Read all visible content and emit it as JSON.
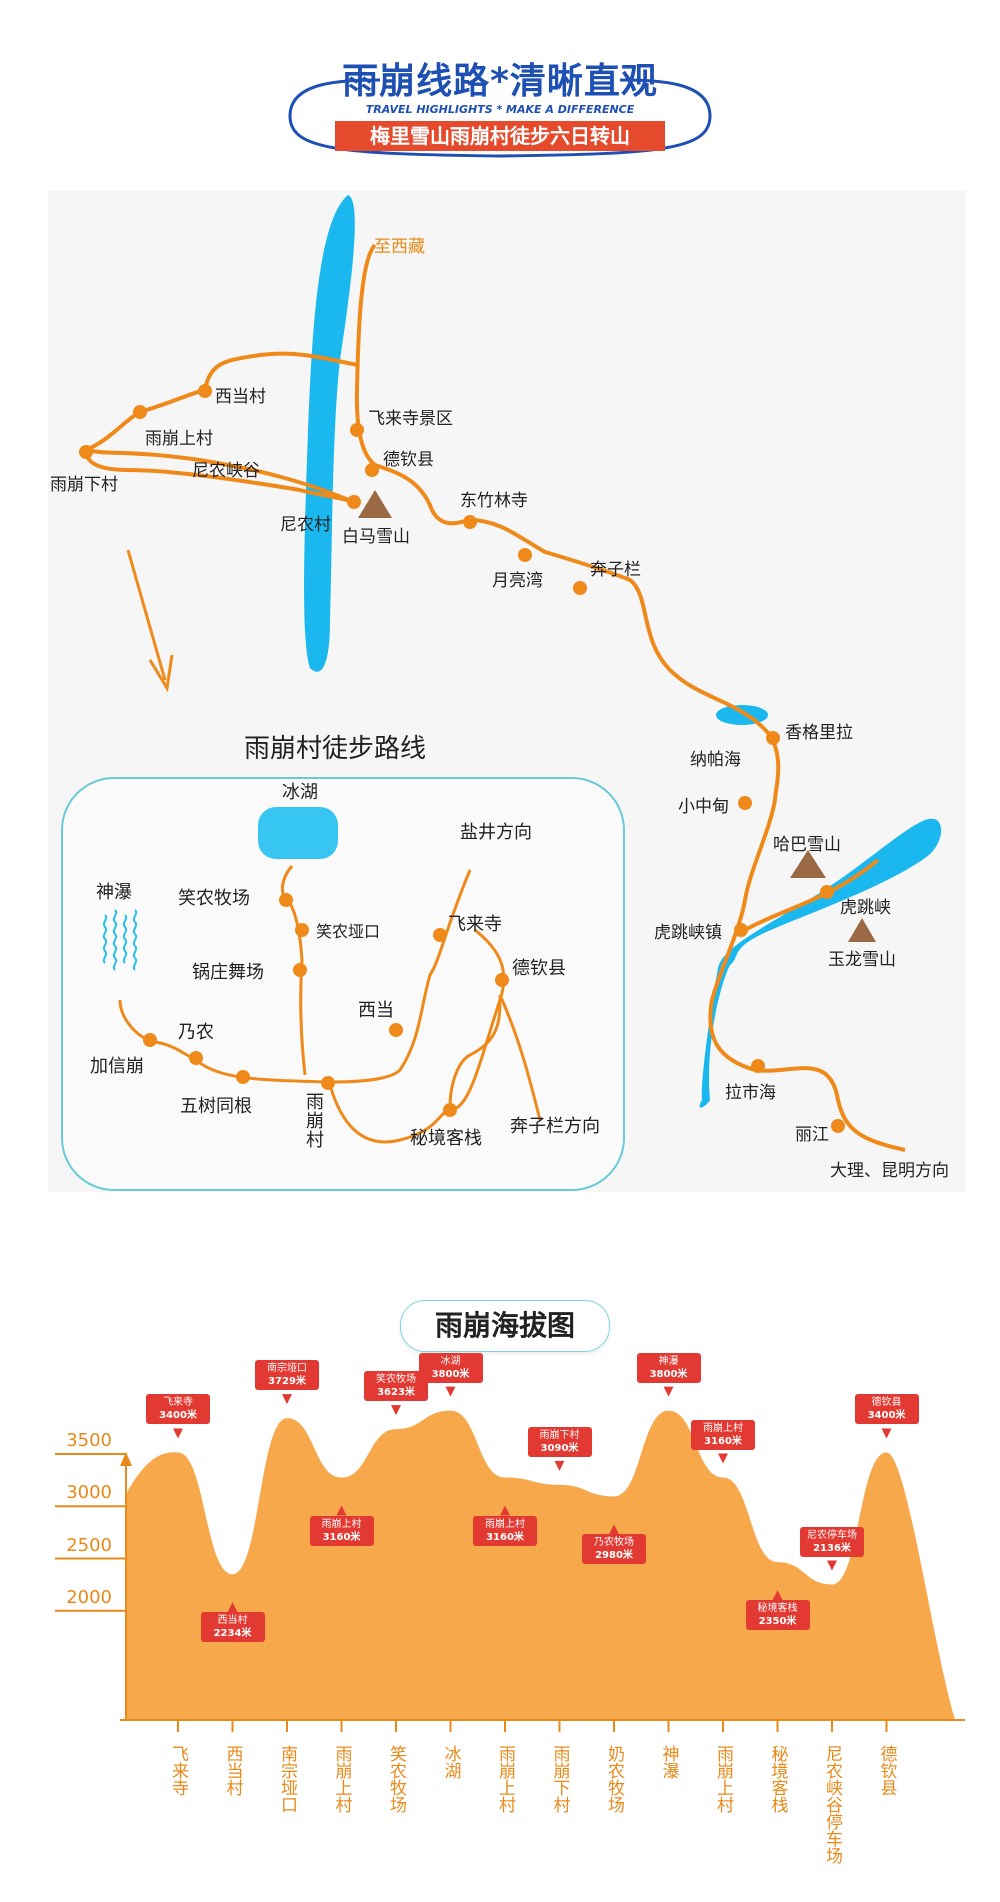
{
  "header": {
    "title": "雨崩线路*清晰直观",
    "subtitle": "TRAVEL HIGHLIGHTS * MAKE A DIFFERENCE",
    "banner": "梅里雪山雨崩村徒步六日转山"
  },
  "map": {
    "labels": {
      "to_tibet": "至西藏",
      "feilaisi": "飞来寺景区",
      "xidang": "西当村",
      "yubeng_upper": "雨崩上村",
      "yubeng_lower": "雨崩下村",
      "ninong_gorge": "尼农峡谷",
      "deqin": "德钦县",
      "ninong_village": "尼农村",
      "baima": "白马雪山",
      "dongzhulin": "东竹林寺",
      "yueliangwan": "月亮湾",
      "benzilan": "奔子栏",
      "shangri_la": "香格里拉",
      "napahai": "纳帕海",
      "xiaozhongdian": "小中甸",
      "haba": "哈巴雪山",
      "hutiaoxia": "虎跳峡",
      "hutiaoxia_town": "虎跳峡镇",
      "yulong": "玉龙雪山",
      "lashihai": "拉市海",
      "lijiang": "丽江",
      "dali_kunming": "大理、昆明方向"
    },
    "inset": {
      "title": "雨崩村徒步路线",
      "labels": {
        "ice_lake": "冰湖",
        "yanjing": "盐井方向",
        "shenpu": "神瀑",
        "xiaonong_ranch": "笑农牧场",
        "xiaonong_pass": "笑农垭口",
        "guozhuang": "锅庄舞场",
        "feilaisi": "飞来寺",
        "deqin": "德钦县",
        "xidang": "西当",
        "nainong": "乃农",
        "jiaxinbeng": "加信崩",
        "wushutonggen": "五树同根",
        "yubeng_village": "雨崩村",
        "mijing_inn": "秘境客栈",
        "benzilan_dir": "奔子栏方向"
      }
    }
  },
  "elevation": {
    "title": "雨崩海拔图",
    "y_ticks": [
      "3500",
      "3000",
      "2500",
      "2000"
    ],
    "colors": {
      "fill": "#f7a84b",
      "axis": "#e88a1a",
      "badge": "#e23a33"
    },
    "badges": [
      {
        "name": "飞来寺",
        "elev": "3400米"
      },
      {
        "name": "西当村",
        "elev": "2234米"
      },
      {
        "name": "南宗垭口",
        "elev": "3729米"
      },
      {
        "name": "雨崩上村",
        "elev": "3160米"
      },
      {
        "name": "笑农牧场",
        "elev": "3623米"
      },
      {
        "name": "冰湖",
        "elev": "3800米"
      },
      {
        "name": "雨崩上村",
        "elev": "3160米"
      },
      {
        "name": "雨崩下村",
        "elev": "3090米"
      },
      {
        "name": "乃农牧场",
        "elev": "2980米"
      },
      {
        "name": "神瀑",
        "elev": "3800米"
      },
      {
        "name": "雨崩上村",
        "elev": "3160米"
      },
      {
        "name": "秘境客栈",
        "elev": "2350米"
      },
      {
        "name": "尼农停车场",
        "elev": "2136米"
      },
      {
        "name": "德钦县",
        "elev": "3400米"
      }
    ],
    "categories": [
      "飞来寺",
      "西当村",
      "南宗垭口",
      "雨崩上村",
      "笑农牧场",
      "冰湖",
      "雨崩上村",
      "雨崩下村",
      "奶农牧场",
      "神瀑",
      "雨崩上村",
      "秘境客栈",
      "尼农峡谷停车场",
      "德钦县"
    ]
  },
  "chart_data": {
    "type": "area",
    "title": "雨崩海拔图",
    "xlabel": "",
    "ylabel": "",
    "categories": [
      "飞来寺",
      "西当村",
      "南宗垭口",
      "雨崩上村",
      "笑农牧场",
      "冰湖",
      "雨崩上村",
      "雨崩下村",
      "奶农牧场",
      "神瀑",
      "雨崩上村",
      "秘境客栈",
      "尼农峡谷停车场",
      "德钦县"
    ],
    "values": [
      3400,
      2234,
      3729,
      3160,
      3623,
      3800,
      3160,
      3090,
      2980,
      3800,
      3160,
      2350,
      2136,
      3400
    ],
    "y_ticks": [
      2000,
      2500,
      3000,
      3500
    ],
    "grid": false,
    "legend": "none"
  }
}
